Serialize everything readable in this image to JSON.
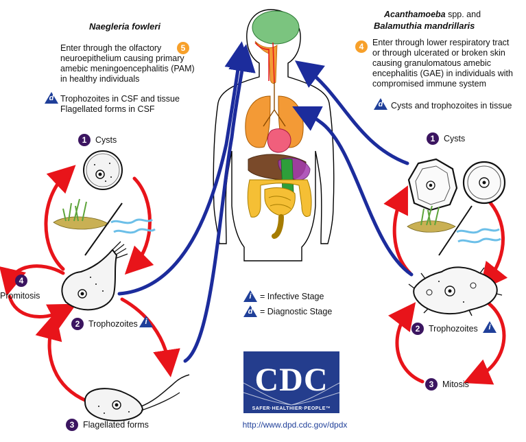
{
  "left_panel": {
    "title": "Naegleria fowleri",
    "entry_step": "5",
    "entry_text_1": "Enter through the olfactory",
    "entry_text_2": "neuroepithelium causing primary",
    "entry_text_3": "amebic meningoencephalitis (PAM)",
    "entry_text_4": "in healthy individuals",
    "diag_letter": "d",
    "diag_text_1": "Trophozoites in CSF and tissue",
    "diag_text_2": "Flagellated forms in CSF",
    "cysts_step": "1",
    "cysts_label": "Cysts",
    "promitosis_step": "4",
    "promitosis_label": "Promitosis",
    "troph_step": "2",
    "troph_label": "Trophozoites",
    "troph_letter": "i",
    "flag_step": "3",
    "flag_label": "Flagellated forms"
  },
  "right_panel": {
    "title_a": "Acanthamoeba",
    "title_a_suffix": " spp. and",
    "title_b": "Balamuthia mandrillaris",
    "entry_step": "4",
    "entry_text_1": "Enter through lower respiratory tract",
    "entry_text_2": "or through ulcerated or broken skin",
    "entry_text_3": "causing granulomatous amebic",
    "entry_text_4": "encephalitis (GAE) in individuals with",
    "entry_text_5": "compromised immune system",
    "diag_letter": "d",
    "diag_text": "Cysts and trophozoites in tissue",
    "cysts_step": "1",
    "cysts_label": "Cysts",
    "troph_step": "2",
    "troph_label": "Trophozoites",
    "troph_letter": "i",
    "mitosis_step": "3",
    "mitosis_label": "Mitosis"
  },
  "legend": {
    "infective_letter": "i",
    "infective_text": "= Infective Stage",
    "diagnostic_letter": "d",
    "diagnostic_text": "= Diagnostic Stage"
  },
  "logo": {
    "letters": "CDC",
    "tagline": "SAFER·HEALTHIER·PEOPLE™",
    "url": "http://www.dpd.cdc.gov/dpdx"
  },
  "colors": {
    "cycle_arrow": "#e8141a",
    "infection_arrow": "#1c2c9c",
    "step_circle": "#3b1560",
    "entry_circle": "#f7a02a",
    "stage_triangle": "#1f3f99",
    "cdc_blue": "#243d8d"
  }
}
